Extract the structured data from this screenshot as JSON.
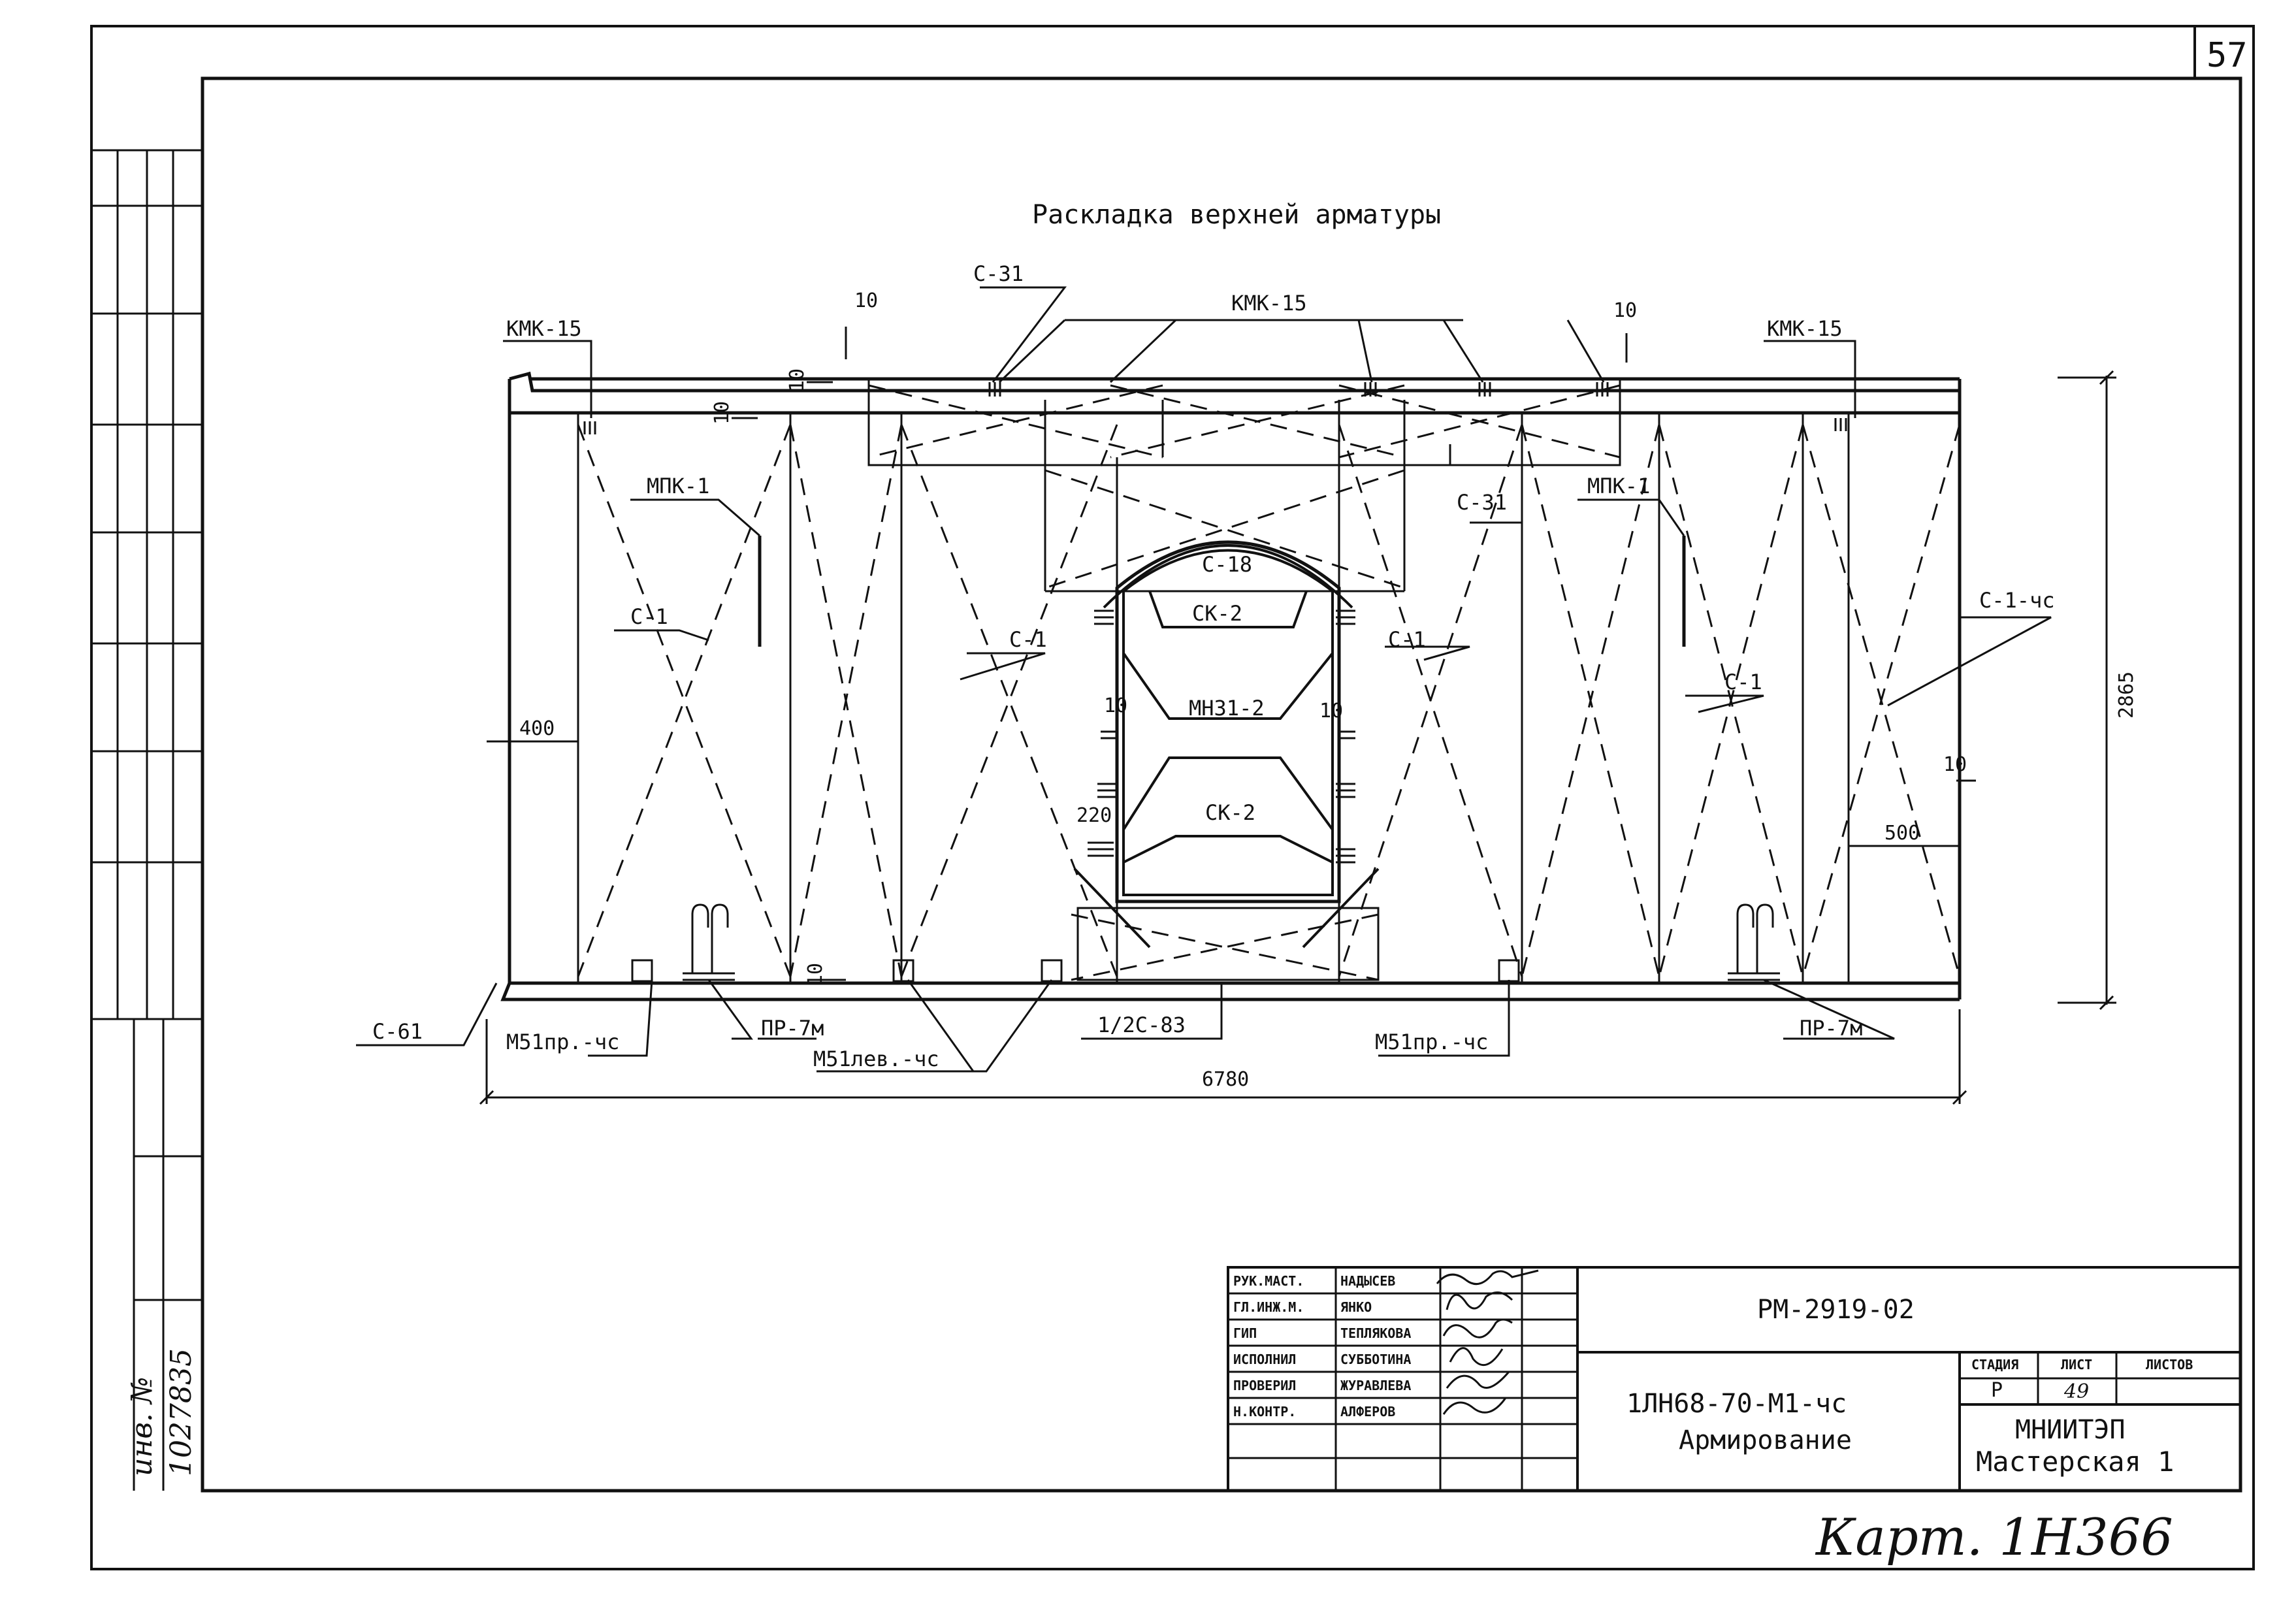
{
  "sheet": {
    "sheet_corner_number": "57",
    "title": "Раскладка верхней арматуры",
    "handwritten_card": "Карт. 1Н366",
    "side_stamp_line1": "инв. №",
    "side_stamp_line2": "1027835"
  },
  "labels": {
    "kmk15_left": "КМК-15",
    "kmk15_center": "КМК-15",
    "kmk15_right": "КМК-15",
    "c31_top": "С-31",
    "c31_right": "С-31",
    "mpk1_left": "МПК-1",
    "mpk1_right": "МПК-1",
    "c1_a": "С-1",
    "c1_b": "С-1",
    "c1_c": "С-1",
    "c1_d": "С-1",
    "c1_chs": "С-1-чс",
    "c18": "С-18",
    "sk2_top": "СК-2",
    "sk2_bottom": "СК-2",
    "mn31": "МН31-2",
    "c61": "С-61",
    "m51pr_left": "М51пр.-чс",
    "pr7m_left": "ПР-7м",
    "m51lev": "М51лев.-чс",
    "c83": "1/2С-83",
    "m51pr_right": "М51пр.-чс",
    "pr7m_right": "ПР-7м"
  },
  "dimensions": {
    "overall_width": "6780",
    "overall_height": "2865",
    "left_offset": "400",
    "right_offset": "500",
    "opening_offset": "220",
    "gap_10": "10"
  },
  "title_block": {
    "roles": [
      {
        "role": "РУК.МАСТ.",
        "name": "НАДЫСЕВ"
      },
      {
        "role": "ГЛ.ИНЖ.М.",
        "name": "ЯНКО"
      },
      {
        "role": "ГИП",
        "name": "ТЕПЛЯКОВА"
      },
      {
        "role": "ИСПОЛНИЛ",
        "name": "СУББОТИНА"
      },
      {
        "role": "ПРОВЕРИЛ",
        "name": "ЖУРАВЛЕВА"
      },
      {
        "role": "Н.КОНТР.",
        "name": "АЛФЕРОВ"
      }
    ],
    "doc_code": "РМ-2919-02",
    "product_code": "1ЛН68-70-М1-чс",
    "product_title": "Армирование",
    "stage_header": "СТАДИЯ",
    "sheet_header": "ЛИСТ",
    "sheets_header": "ЛИСТОВ",
    "stage_value": "Р",
    "sheet_value": "49",
    "org_name": "МНИИТЭП",
    "org_unit": "Мастерская 1"
  }
}
